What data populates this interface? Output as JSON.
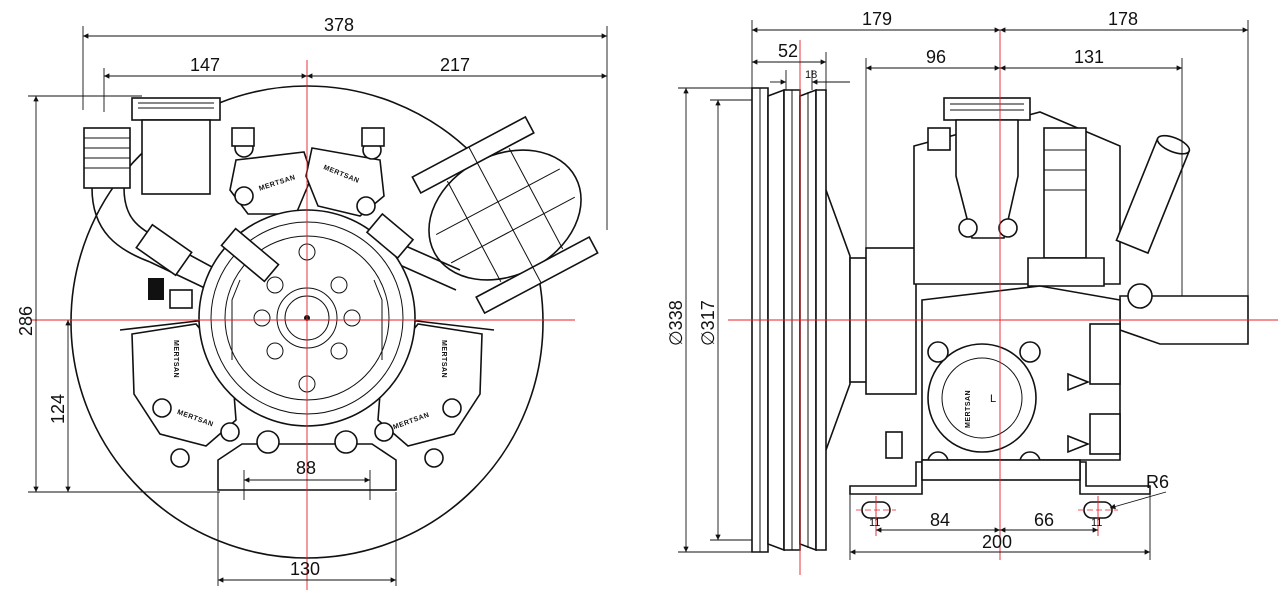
{
  "front": {
    "dims": {
      "w378": "378",
      "w147": "147",
      "w217": "217",
      "h286": "286",
      "h124": "124",
      "w88": "88",
      "w130": "130"
    },
    "brand": "MERTSAN"
  },
  "side": {
    "dims": {
      "w179": "179",
      "w178": "178",
      "w52": "52",
      "w18": "18",
      "w96": "96",
      "w131": "131",
      "d338": "∅338",
      "d317": "∅317",
      "w84": "84",
      "w66": "66",
      "w200": "200",
      "r6": "R6",
      "s11a": "11",
      "s11b": "11"
    },
    "brand": "MERTSAN",
    "letter": "L"
  },
  "colors": {
    "line": "#111111",
    "centerline": "#e8202a"
  }
}
